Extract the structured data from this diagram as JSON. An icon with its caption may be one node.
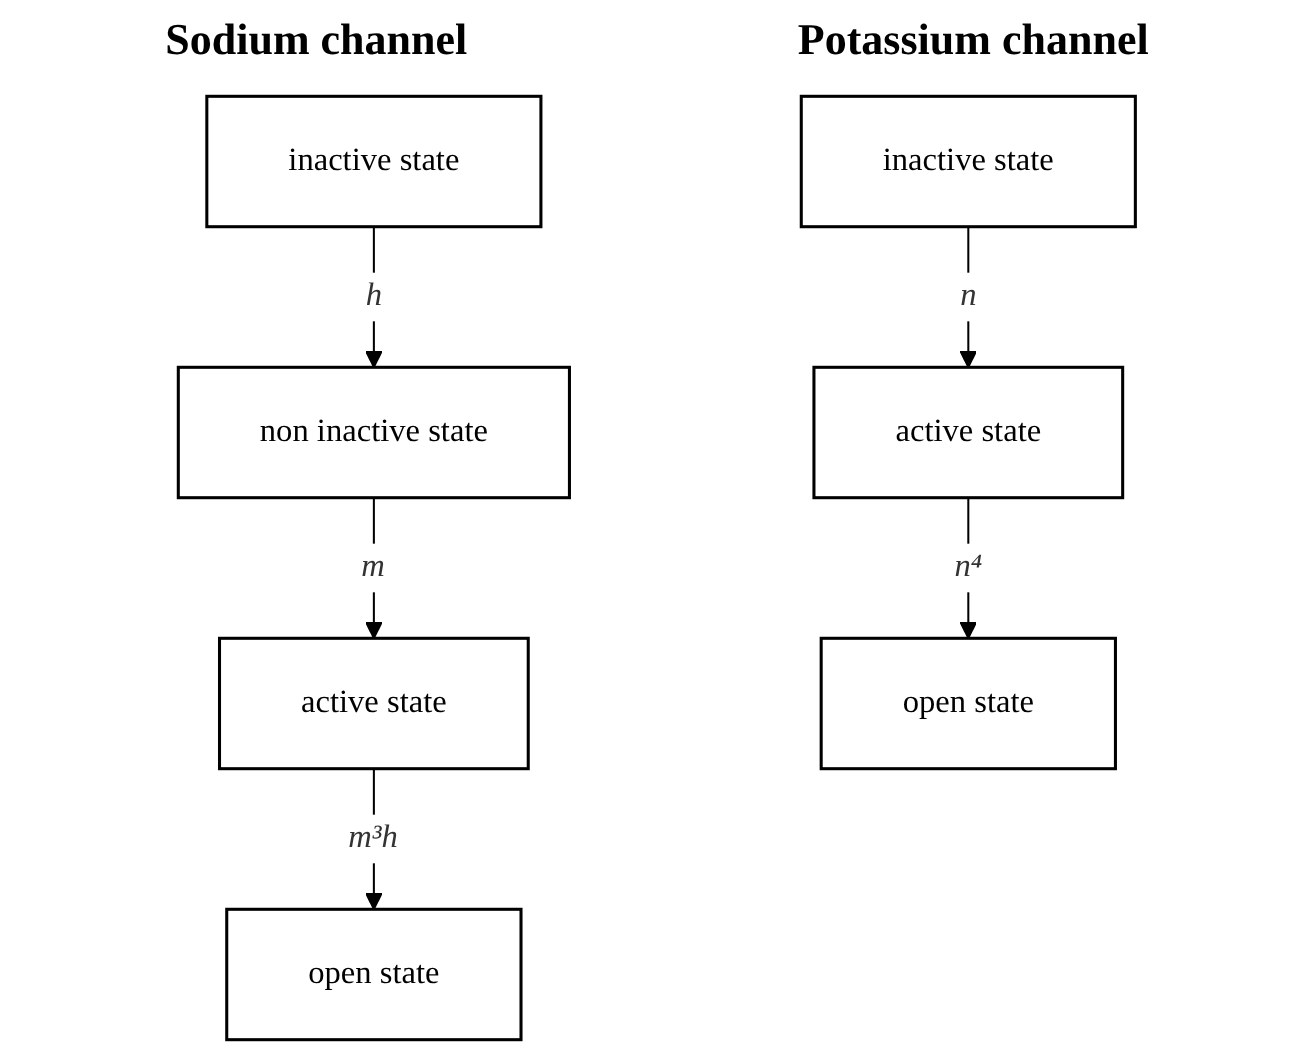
{
  "diagram": {
    "nodes": [
      {
        "text": [
          "inactive state"
        ]
      },
      {
        "text": [
          "non inactive state"
        ]
      },
      {
        "text": [
          "active state"
        ]
      },
      {
        "text": [
          "open state"
        ]
      },
      {
        "text": [
          "inactive state"
        ]
      },
      {
        "text": [
          "active state"
        ]
      },
      {
        "text": [
          "open state"
        ]
      }
    ],
    "edges": [
      {
        "from": 0,
        "to": 1,
        "arrow": "to",
        "label": "h"
      },
      {
        "from": 1,
        "to": 2,
        "arrow": "to",
        "label": "m"
      },
      {
        "from": 2,
        "to": 3,
        "arrow": "to",
        "label": "m³h"
      },
      {
        "from": 4,
        "to": 5,
        "arrow": "to",
        "label": "n"
      },
      {
        "from": 5,
        "to": 6,
        "arrow": "to",
        "label": "n⁴"
      }
    ],
    "labels": [
      "Sodium channel",
      "Potassium channel"
    ]
  }
}
